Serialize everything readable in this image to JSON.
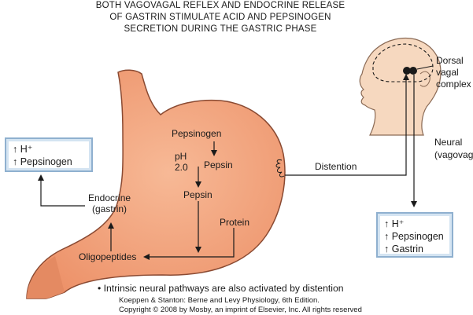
{
  "title_lines": [
    "BOTH VAGOVAGAL REFLEX AND ENDOCRINE RELEASE",
    "OF GASTRIN STIMULATE ACID AND PEPSINOGEN",
    "SECRETION DURING THE GASTRIC PHASE"
  ],
  "stomach": {
    "pepsinogen": "Pepsinogen",
    "ph_label": "pH",
    "ph_value": "2.0",
    "pepsin_small": "Pepsin",
    "pepsin_mid": "Pepsin",
    "protein": "Protein",
    "oligopeptides": "Oligopeptides"
  },
  "left_box": {
    "line1": "↑ H⁺",
    "line2": "↑ Pepsinogen"
  },
  "endocrine": {
    "line1": "Endocrine",
    "line2": "(gastrin)"
  },
  "distention": "Distention",
  "dorsal_vagal": {
    "line1": "Dorsal",
    "line2": "vagal",
    "line3": "complex"
  },
  "neural": {
    "line1": "Neural",
    "line2": "(vagovaga"
  },
  "right_box": {
    "line1": "↑ H⁺",
    "line2": "↑ Pepsinogen",
    "line3": "↑ Gastrin"
  },
  "note": "• Intrinsic neural pathways are also activated by distention",
  "credit": {
    "line1": "Koeppen & Stanton: Berne and Levy Physiology, 6th Edition.",
    "line2": "Copyright © 2008 by Mosby, an imprint of Elsevier, Inc. All rights reserved"
  },
  "colors": {
    "stomach_fill": "#f0a07a",
    "stomach_outline": "#8a4a32",
    "head_fill": "#f6d8bf",
    "box_border": "#8fb0cf"
  }
}
